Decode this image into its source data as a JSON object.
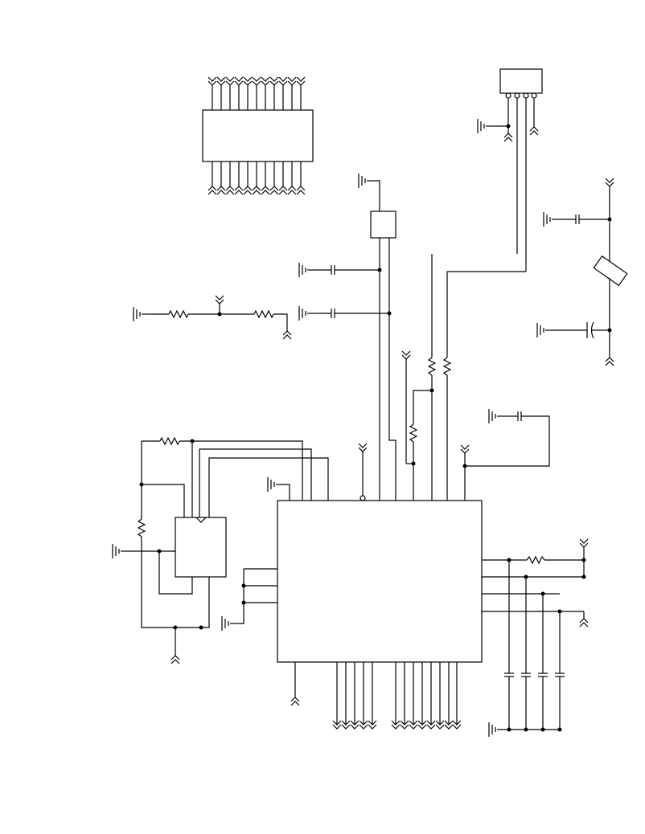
{
  "document": {
    "kind": "circuit-schematic",
    "text_labels": []
  },
  "components": {
    "ic_main": "main-ic",
    "ic_top": "header-connector",
    "ic_small": "regulator",
    "ic_left": "aux-ic",
    "ic_connector": "4-pin-connector",
    "crystal": "crystal",
    "resistor_count": 9,
    "capacitor_count": 10,
    "ground_symbol_count": 14,
    "supply_symbol_count": 10
  },
  "style": {
    "stroke": "#000000",
    "background": "#ffffff"
  }
}
